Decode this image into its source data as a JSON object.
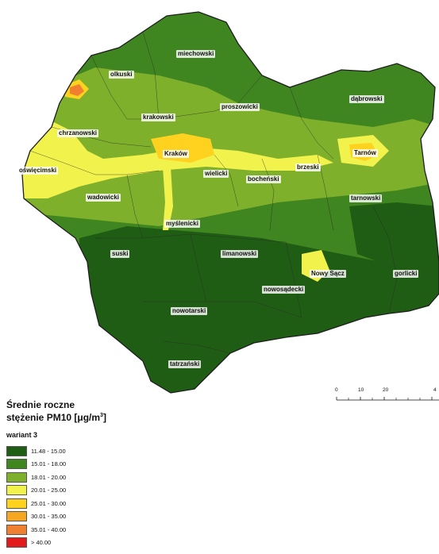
{
  "colors": {
    "background": "#ffffff",
    "border": "#2a2a2a",
    "c1": "#1f5c14",
    "c2": "#3f8520",
    "c3": "#7fb02b",
    "c4": "#f2f24d",
    "c5": "#ffd21f",
    "c6": "#f5a623",
    "c7": "#f08030",
    "c8": "#e31a1c"
  },
  "map": {
    "districts": [
      {
        "name": "miechowski"
      },
      {
        "name": "olkuski"
      },
      {
        "name": "proszowicki"
      },
      {
        "name": "dąbrowski"
      },
      {
        "name": "krakowski"
      },
      {
        "name": "chrzanowski"
      },
      {
        "name": "Kraków"
      },
      {
        "name": "Tarnów"
      },
      {
        "name": "oświęcimski"
      },
      {
        "name": "wielicki"
      },
      {
        "name": "bocheński"
      },
      {
        "name": "brzeski"
      },
      {
        "name": "wadowicki"
      },
      {
        "name": "tarnowski"
      },
      {
        "name": "myślenicki"
      },
      {
        "name": "suski"
      },
      {
        "name": "limanowski"
      },
      {
        "name": "Nowy Sącz"
      },
      {
        "name": "gorlicki"
      },
      {
        "name": "nowosądecki"
      },
      {
        "name": "nowotarski"
      },
      {
        "name": "tatrzański"
      }
    ],
    "scale_ticks": [
      "0",
      "10",
      "20",
      "4"
    ]
  },
  "legend": {
    "title_line1": "Średnie roczne",
    "title_line2": "stężenie PM10 [μg/m",
    "title_sup": "3",
    "title_end": "]",
    "variant": "wariant 3",
    "classes": [
      {
        "label": "11.48 - 15.00",
        "color": "#1f5c14"
      },
      {
        "label": "15.01 - 18.00",
        "color": "#3f8520"
      },
      {
        "label": "18.01 - 20.00",
        "color": "#7fb02b"
      },
      {
        "label": "20.01 - 25.00",
        "color": "#f2f24d"
      },
      {
        "label": "25.01 - 30.00",
        "color": "#ffd21f"
      },
      {
        "label": "30.01 - 35.00",
        "color": "#f5a623"
      },
      {
        "label": "35.01 - 40.00",
        "color": "#f08030"
      },
      {
        "label": "> 40.00",
        "color": "#e31a1c"
      }
    ]
  }
}
